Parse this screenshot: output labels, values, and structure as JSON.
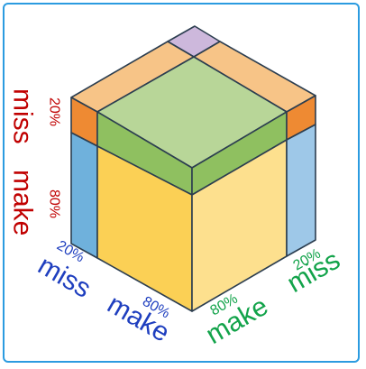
{
  "labels": {
    "red_miss": "miss",
    "red_miss_pct": "20%",
    "red_make": "make",
    "red_make_pct": "80%",
    "blue_miss_pct": "20%",
    "blue_miss": "miss",
    "blue_make_pct": "80%",
    "blue_make": "make",
    "green_make_pct": "80%",
    "green_make": "make",
    "green_miss_pct": "20%",
    "green_miss": "miss"
  },
  "colors": {
    "frame": "#2b9be0",
    "outline": "#2c3e50",
    "red_text": "#c00000",
    "blue_text": "#1f3fbf",
    "green_text": "#12a34a",
    "top_lavender": "#cdb8dc",
    "top_peach": "#f7c487",
    "top_green": "#b8d698",
    "band_orange": "#ee8a33",
    "band_green": "#8fc060",
    "left_blue": "#6fb1dc",
    "left_yellow": "#fbd055",
    "right_yellow": "#fde08e",
    "right_blue": "#9ec8e8"
  },
  "split": {
    "miss_fraction": 0.2,
    "make_fraction": 0.8
  }
}
